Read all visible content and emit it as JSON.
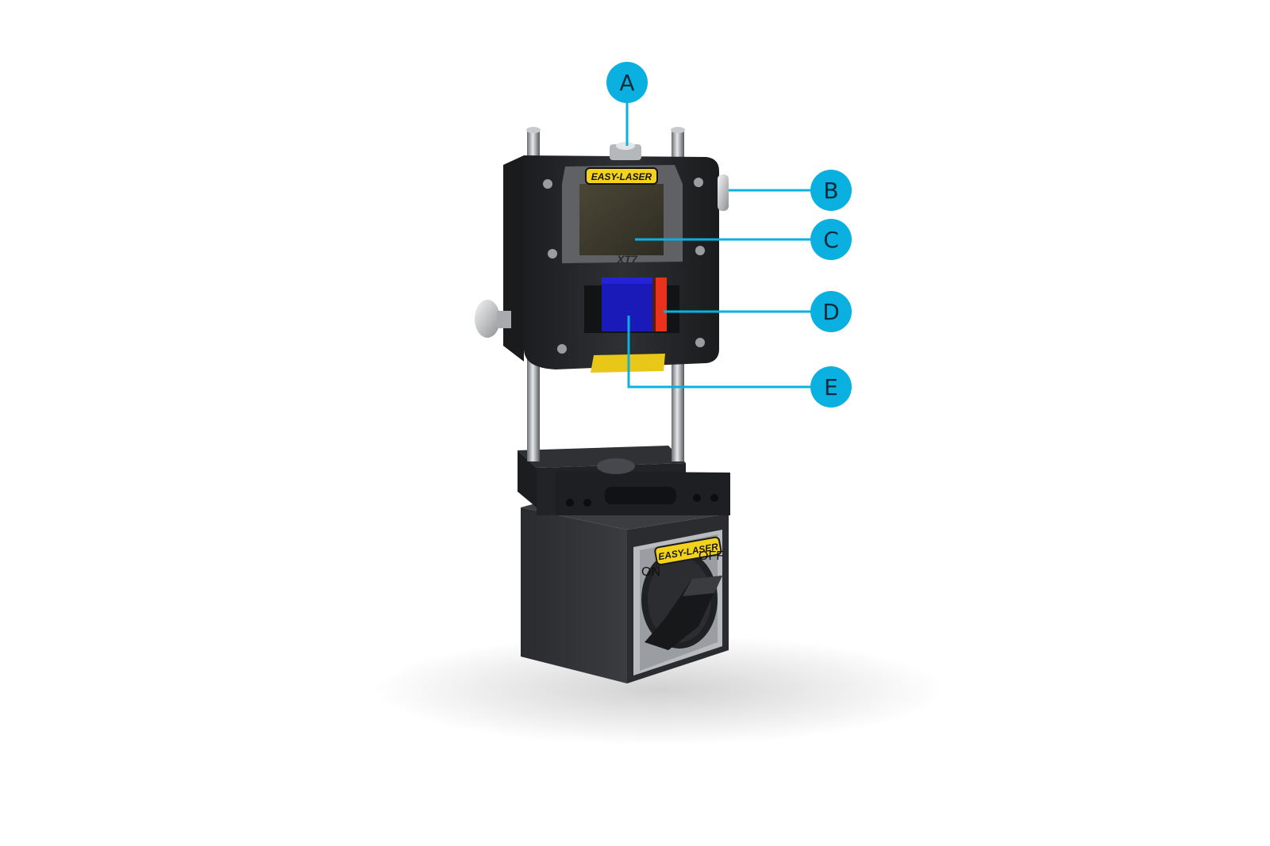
{
  "device": {
    "brand_top": "EASY-LASER",
    "model": "XT7",
    "brand_base": "EASY-LASER",
    "switch_on": "ON",
    "switch_off": "OFF"
  },
  "callouts": [
    {
      "id": "a",
      "letter": "A"
    },
    {
      "id": "b",
      "letter": "B"
    },
    {
      "id": "c",
      "letter": "C"
    },
    {
      "id": "d",
      "letter": "D"
    },
    {
      "id": "e",
      "letter": "E"
    }
  ],
  "colors": {
    "callout": "#0ab0e0",
    "brand_yellow": "#f2d21a",
    "body": "#26282b",
    "detector_blue": "#1a1ab8",
    "detector_red": "#e8321c"
  }
}
